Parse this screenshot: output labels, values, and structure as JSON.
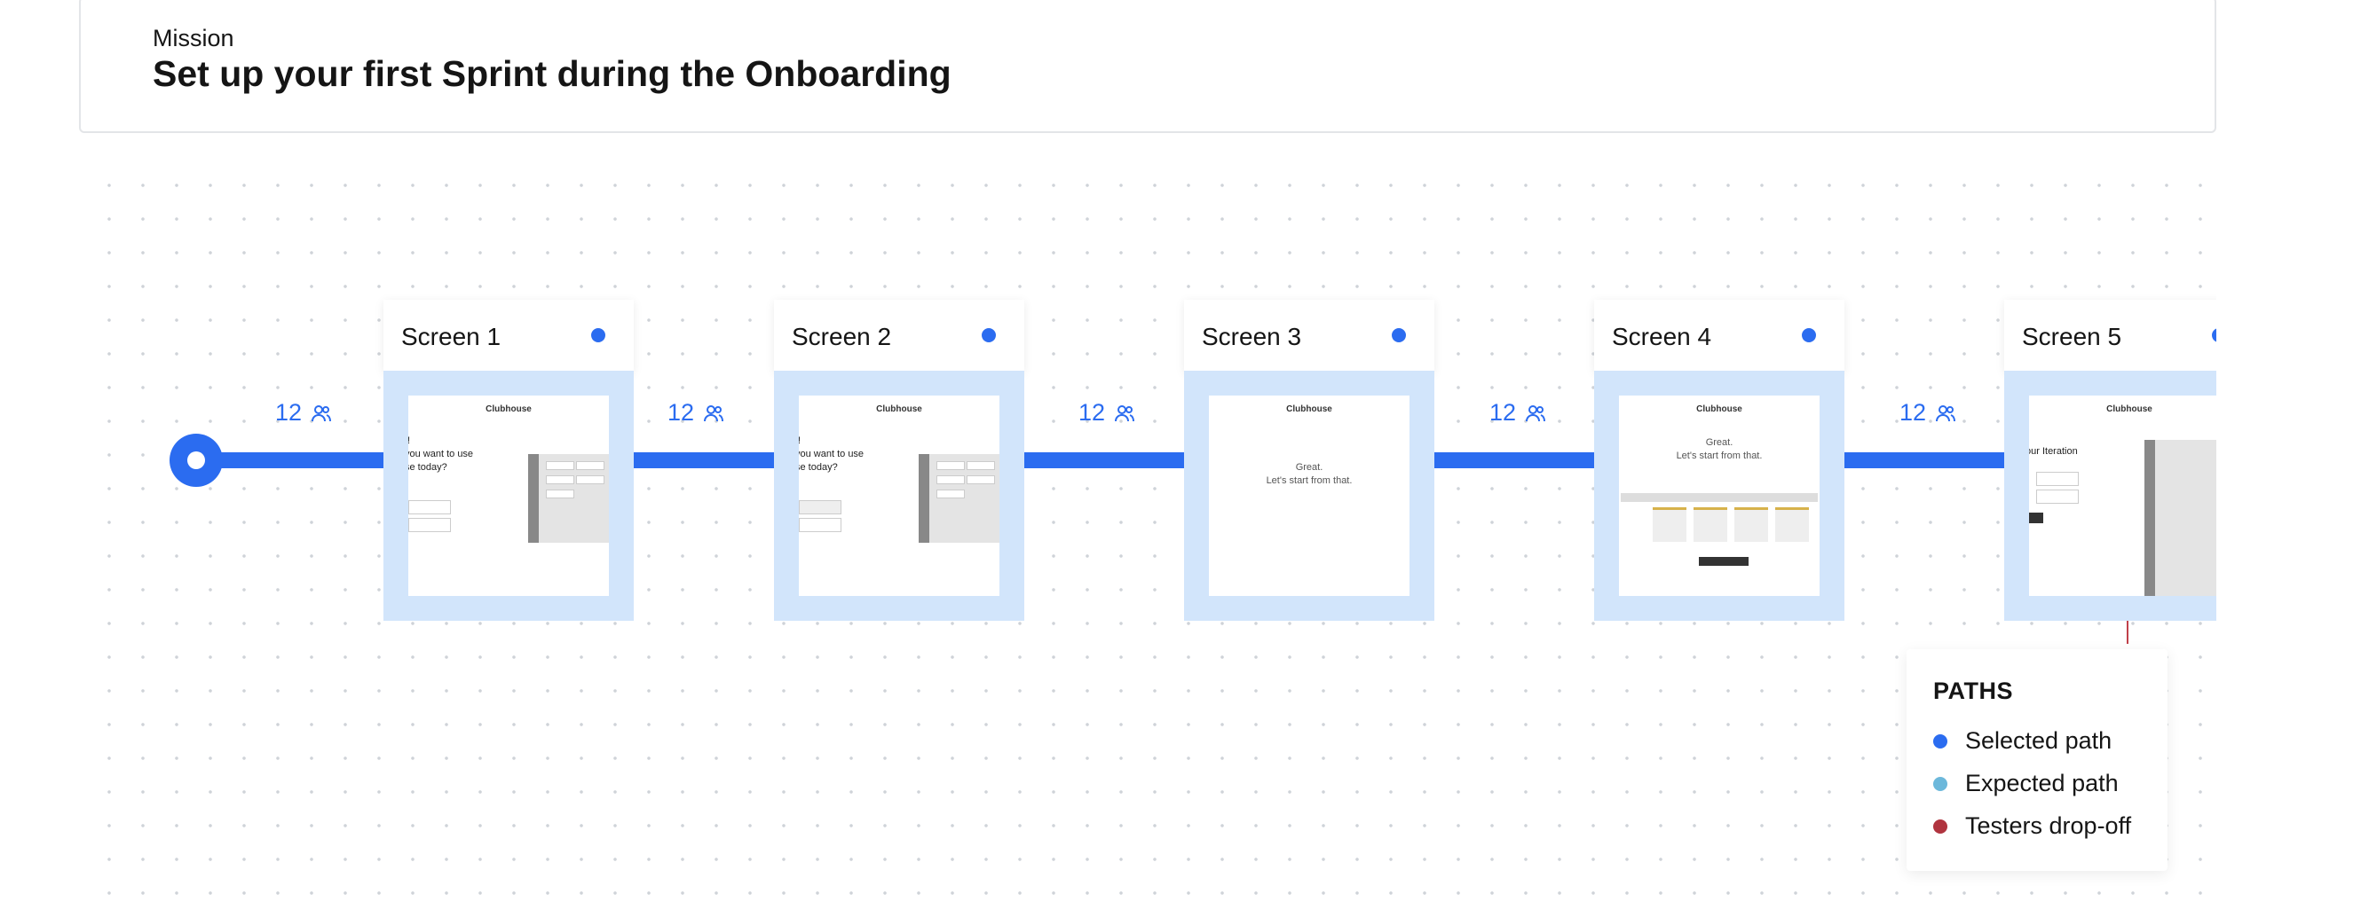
{
  "mission": {
    "label": "Mission",
    "title": "Set up your first Sprint during the Onboarding"
  },
  "flow": {
    "connector_counts": [
      "12",
      "12",
      "12",
      "12",
      "12"
    ],
    "screens": [
      {
        "title": "Screen 1",
        "thumb_logo": "Clubhouse",
        "thumb_text": "t!\nyou want to use\nse today?"
      },
      {
        "title": "Screen 2",
        "thumb_logo": "Clubhouse",
        "thumb_text": "t!\nyou want to use\nse today?"
      },
      {
        "title": "Screen 3",
        "thumb_logo": "Clubhouse",
        "thumb_text": "Great.\nLet's start from that."
      },
      {
        "title": "Screen 4",
        "thumb_logo": "Clubhouse",
        "thumb_text": "Great.\nLet's start from that."
      },
      {
        "title": "Screen 5",
        "thumb_logo": "Clubhouse",
        "thumb_text": "our Iteration"
      }
    ]
  },
  "legend": {
    "title": "PATHS",
    "items": [
      {
        "label": "Selected path",
        "color": "#2b6cf0"
      },
      {
        "label": "Expected path",
        "color": "#6cb8db"
      },
      {
        "label": "Testers drop-off",
        "color": "#b0343f"
      }
    ]
  },
  "colors": {
    "accent": "#2b6cf0",
    "frame": "#d2e5fb"
  }
}
